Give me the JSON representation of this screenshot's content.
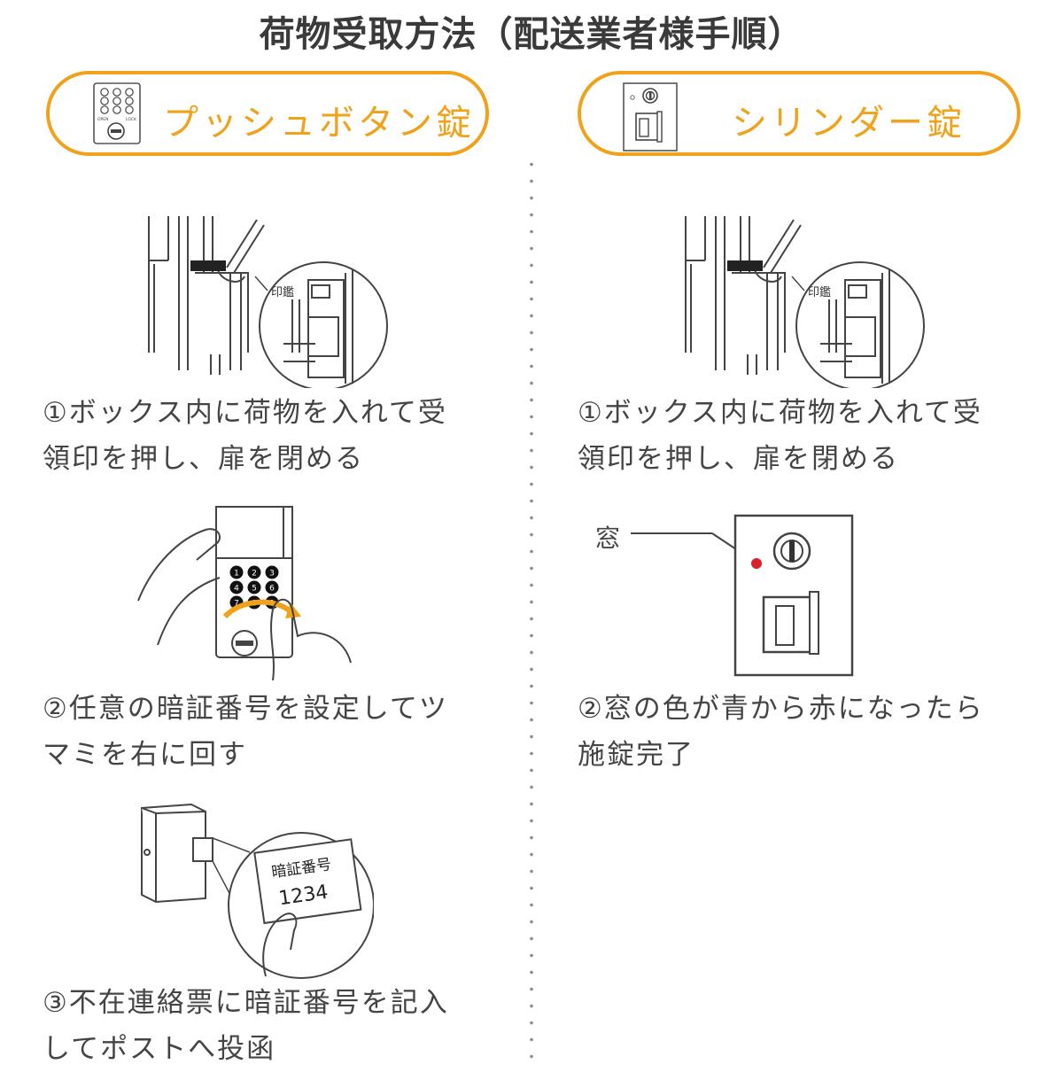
{
  "title": "荷物受取方法（配送業者様手順）",
  "accent_color": "#f0a21a",
  "left": {
    "heading": "プッシュボタン錠",
    "icon": "push-button-lock-icon",
    "keypad_open": "OPEN",
    "keypad_lock": "LOCK",
    "step1": {
      "line1": "①ボックス内に荷物を入れて受",
      "line2": "領印を押し、扉を閉める",
      "callout": "印鑑"
    },
    "step2": {
      "line1": "②任意の暗証番号を設定してツ",
      "line2": "マミを右に回す",
      "keys": [
        "1",
        "2",
        "3",
        "4",
        "5",
        "6",
        "7",
        "8",
        "9"
      ]
    },
    "step3": {
      "line1": "③不在連絡票に暗証番号を記入",
      "line2": "してポストへ投函",
      "card_title": "暗証番号",
      "card_code": "1234"
    }
  },
  "right": {
    "heading": "シリンダー錠",
    "icon": "cylinder-lock-icon",
    "step1": {
      "line1": "①ボックス内に荷物を入れて受",
      "line2": "領印を押し、扉を閉める",
      "callout": "印鑑"
    },
    "step2": {
      "line1": "②窓の色が青から赤になったら",
      "line2": "施錠完了",
      "window_label": "窓",
      "window_color": "#d8202a"
    }
  }
}
